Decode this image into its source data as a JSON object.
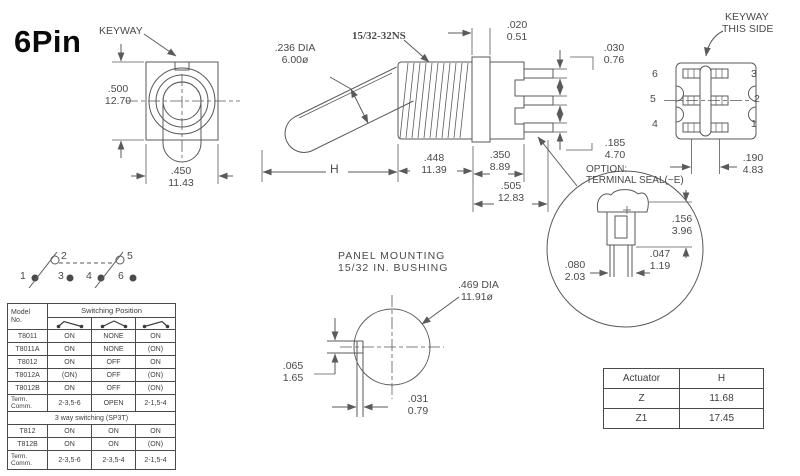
{
  "title": "6Pin",
  "front_view": {
    "keyway_label": "KEYWAY",
    "dim_height_in": ".500",
    "dim_height_mm": "12.70",
    "dim_width_in": ".450",
    "dim_width_mm": "11.43"
  },
  "side_view": {
    "thread_label": "15/32-32NS",
    "lever_dia_line1": ".236  DIA",
    "lever_dia_line2": "6.00ø",
    "dim_flange_in": ".020",
    "dim_flange_mm": "0.51",
    "dim_terminal_thickness_in": ".030",
    "dim_terminal_thickness_mm": "0.76",
    "dim_terminal_span_in": ".185",
    "dim_terminal_span_mm": "4.70",
    "dim_bushing_in": ".448",
    "dim_bushing_mm": "11.39",
    "dim_body_in": ".350",
    "dim_body_mm": "8.89",
    "dim_overall_in": ".505",
    "dim_overall_mm": "12.83",
    "height_label": "H"
  },
  "bottom_view": {
    "keyway_line1": "KEYWAY",
    "keyway_line2": "THIS  SIDE",
    "pin_6": "6",
    "pin_5": "5",
    "pin_4": "4",
    "pin_3": "3",
    "pin_2": "2",
    "pin_1": "1",
    "dim_pitch_in": ".190",
    "dim_pitch_mm": "4.83"
  },
  "seal_detail": {
    "title_line1": "OPTION:",
    "title_line2": "TERMINAL  SEAL(−E)",
    "dim_height_in": ".156",
    "dim_height_mm": "3.96",
    "dim_lead_in": ".047",
    "dim_lead_mm": "1.19",
    "dim_span_in": ".080",
    "dim_span_mm": "2.03"
  },
  "panel_mounting": {
    "title_line1": "PANEL  MOUNTING",
    "title_line2": "15/32  IN.  BUSHING",
    "dim_hole_line1": ".469  DIA",
    "dim_hole_line2": "11.91ø",
    "dim_key_h_in": ".065",
    "dim_key_h_mm": "1.65",
    "dim_key_w_in": ".031",
    "dim_key_w_mm": "0.79"
  },
  "schematic": {
    "p1": "1",
    "p2": "2",
    "p3": "3",
    "p4": "4",
    "p5": "5",
    "p6": "6"
  },
  "switching_table": {
    "col1_line1": "Model",
    "col1_line2": "No.",
    "header_span": "Switching Position",
    "rows": [
      {
        "model": "T8011",
        "p1": "ON",
        "p2": "NONE",
        "p3": "ON"
      },
      {
        "model": "T8011A",
        "p1": "ON",
        "p2": "NONE",
        "p3": "(ON)"
      },
      {
        "model": "T8012",
        "p1": "ON",
        "p2": "OFF",
        "p3": "ON"
      },
      {
        "model": "T8012A",
        "p1": "(ON)",
        "p2": "OFF",
        "p3": "(ON)"
      },
      {
        "model": "T8012B",
        "p1": "ON",
        "p2": "OFF",
        "p3": "(ON)"
      }
    ],
    "term1": {
      "label1": "Term.",
      "label2": "Comm.",
      "p1": "2-3,5-6",
      "p2": "OPEN",
      "p3": "2-1,5-4"
    },
    "group_label": "3 way switching (SP3T)",
    "rows2": [
      {
        "model": "T812",
        "p1": "ON",
        "p2": "ON",
        "p3": "ON"
      },
      {
        "model": "T812B",
        "p1": "ON",
        "p2": "ON",
        "p3": "(ON)"
      }
    ],
    "term2": {
      "label1": "Term.",
      "label2": "Comm.",
      "p1": "2-3,5-6",
      "p2": "2-3,5-4",
      "p3": "2-1,5-4"
    }
  },
  "actuator_table": {
    "col_actuator": "Actuator",
    "col_h": "H",
    "rows": [
      [
        "Z",
        "11.68"
      ],
      [
        "Z1",
        "17.45"
      ]
    ]
  }
}
